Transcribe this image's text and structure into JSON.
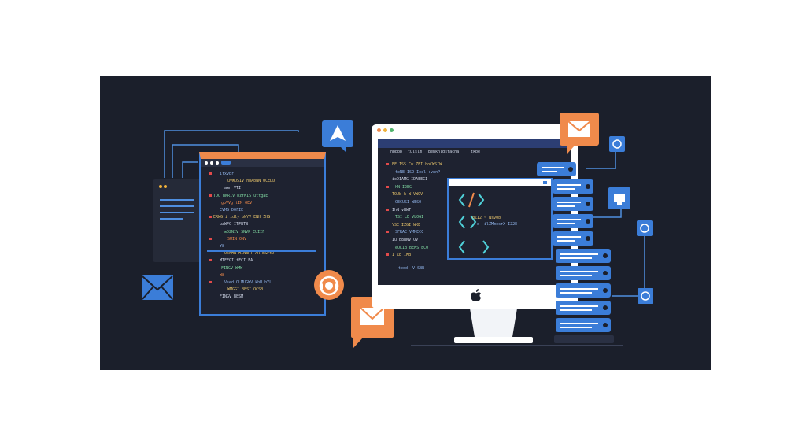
{
  "illustration": {
    "palette": {
      "background": "#1b1f2b",
      "panel": "#252a38",
      "code_bg": "#1e2230",
      "accent_blue": "#3b7dd8",
      "accent_orange": "#f08a4b",
      "line": "#4f8fe0",
      "white": "#ffffff"
    },
    "icons": [
      "email-icon",
      "navigation-arrow-icon",
      "code-brackets-icon",
      "apple-logo-icon",
      "message-bubble-icon",
      "support-headset-icon",
      "server-stack-icon",
      "refresh-icon"
    ],
    "code_editor": {
      "lines": [
        "iYxvbr",
        "uvWUSIV  hhAbWN  UCEDD",
        "awn  VTI",
        "TDO  BNRIV  bzYMIS  uttgaE",
        "gpVVg  tIM  OEV",
        "CVMG  DOFIE",
        "ERWG  i  idly  bWYV  ENH  ZHG",
        "wzWFG  ITFBTB",
        "wDZNIV  SNVP  EUIIF",
        "SUIN  ONV",
        "Y8",
        "OsFMN  MINBRT  AR  B&FtD",
        "MTFFGI  tFCI  FA",
        "FINGV  WMW",
        "W8",
        "Vsed  OLMUGWV  kbU  bYL",
        "WMGGI  BBSI  OCSB",
        "FINGV  BBSM"
      ]
    },
    "monitor": {
      "tabs": [
        "hbbbb",
        "tulslm",
        "Benknldstacha",
        "tkbe"
      ],
      "code_lines": [
        "EF  ISS  Cw  ZEI  hoCWSIW",
        "feNE  ISO  Ieel  :vnnP",
        "ieDIAMG  IDAEECI",
        "hN  I2EG",
        "TOUb  h  W  VWOV",
        "GECUSI  WESO",
        "IhN  vWWT",
        "TSI  LE  VLOGI",
        "YSE  IZGI  WKE",
        "SFRAE  VMMECC",
        "Iu  B8WNV  OV",
        "eOLIB  BEMS  ECO",
        "I  ZE  IMB"
      ],
      "overlay_lines": [
        "dZI2  ~  Nsv0b",
        "d   ilZMmesrX  IZ2E"
      ],
      "bottom_line": "tedd   V  SBB"
    }
  }
}
